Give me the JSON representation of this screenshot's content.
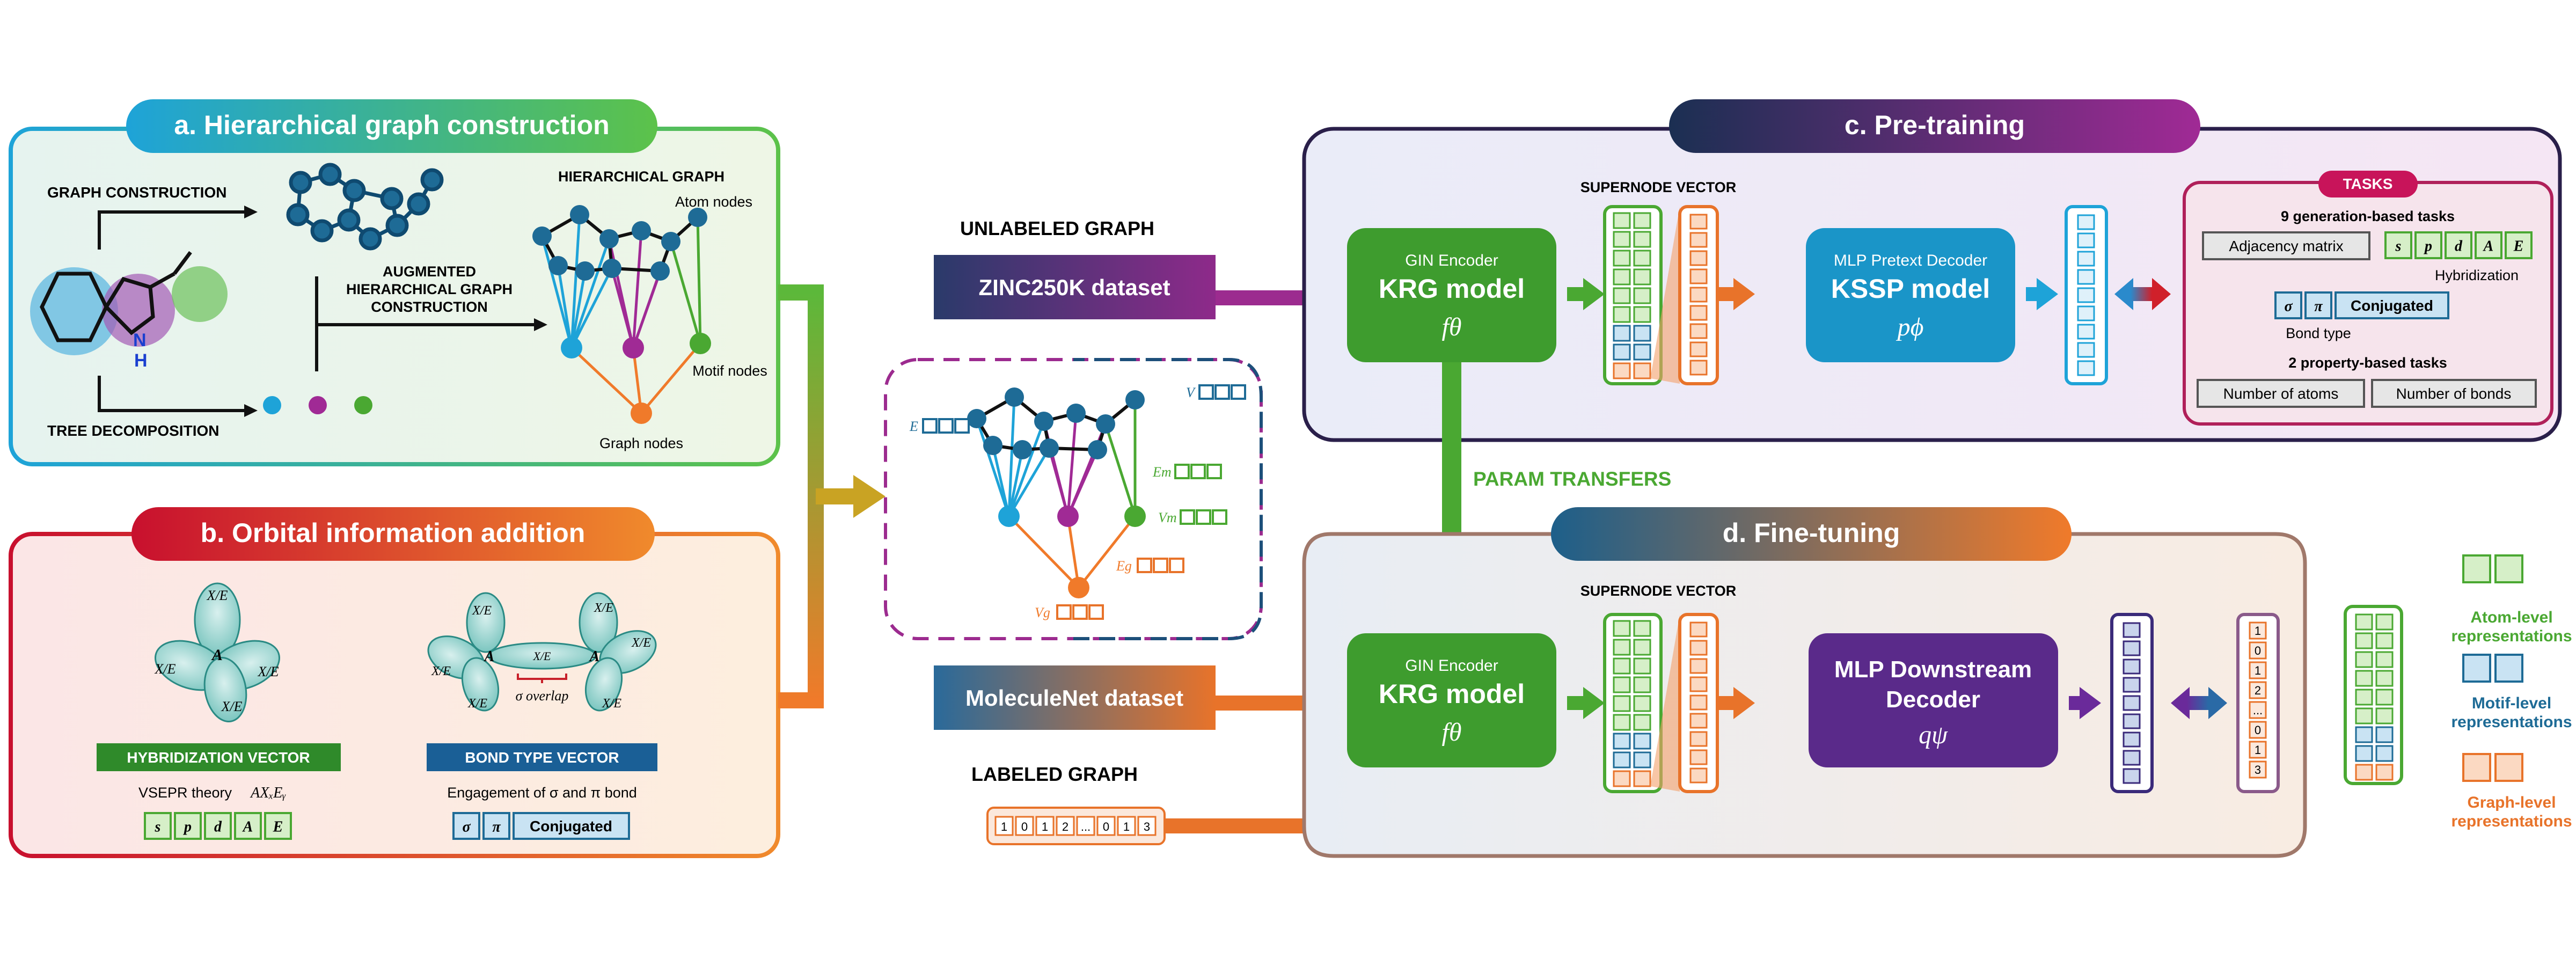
{
  "panel_a": {
    "title": "a. Hierarchical graph construction",
    "graph_construction": "GRAPH CONSTRUCTION",
    "tree_decomposition": "TREE DECOMPOSITION",
    "augmented_line1": "AUGMENTED",
    "augmented_line2": "HIERARCHICAL GRAPH",
    "augmented_line3": "CONSTRUCTION",
    "hier_graph": "HIERARCHICAL GRAPH",
    "atom_nodes": "Atom nodes",
    "motif_nodes": "Motif nodes",
    "graph_nodes": "Graph nodes",
    "nh_label": "N",
    "h_label": "H"
  },
  "panel_b": {
    "title": "b. Orbital information addition",
    "xe": "X/E",
    "a": "A",
    "sigma_overlap": "σ overlap",
    "hyb_header": "HYBRIDIZATION VECTOR",
    "bond_header": "BOND TYPE VECTOR",
    "vsepr_text": "VSEPR theory",
    "vsepr_formula": "AXₓEᵧ",
    "engagement": "Engagement of σ and π bond",
    "hyb_cells": [
      "s",
      "p",
      "d",
      "A",
      "E"
    ],
    "bond_cells": [
      "σ",
      "π"
    ],
    "conjugated": "Conjugated"
  },
  "middle": {
    "unlabeled": "UNLABELED GRAPH",
    "zinc": "ZINC250K dataset",
    "moleculenet": "MoleculeNet dataset",
    "labeled": "LABELED GRAPH",
    "label_values": [
      "1",
      "0",
      "1",
      "2",
      "...",
      "0",
      "1",
      "3"
    ],
    "vec_V": "V",
    "vec_E": "E",
    "vec_Em": "Em",
    "vec_Vm": "Vm",
    "vec_Eg": "Eg",
    "vec_Vg": "Vg"
  },
  "panel_c": {
    "title": "c. Pre-training",
    "supernode": "SUPERNODE VECTOR",
    "gin": "GIN Encoder",
    "krg": "KRG model",
    "f_theta": "fθ",
    "mlp_pretext": "MLP Pretext Decoder",
    "kssp": "KSSP model",
    "p_phi": "pϕ",
    "tasks": "TASKS",
    "gen_tasks": "9 generation-based tasks",
    "adjacency": "Adjacency matrix",
    "hyb_cells": [
      "s",
      "p",
      "d",
      "A",
      "E"
    ],
    "hybridization": "Hybridization",
    "bond_cells": [
      "σ",
      "π"
    ],
    "conjugated": "Conjugated",
    "bond_type": "Bond type",
    "prop_tasks": "2 property-based tasks",
    "num_atoms": "Number of atoms",
    "num_bonds": "Number of bonds"
  },
  "param_transfers": "PARAM TRANSFERS",
  "panel_d": {
    "title": "d. Fine-tuning",
    "supernode": "SUPERNODE VECTOR",
    "gin": "GIN Encoder",
    "krg": "KRG model",
    "f_theta": "fθ",
    "mlp1": "MLP Downstream",
    "mlp2": "Decoder",
    "q_psi": "qψ",
    "label_values": [
      "1",
      "0",
      "1",
      "2",
      "...",
      "0",
      "1",
      "3"
    ]
  },
  "legend": {
    "atom1": "Atom-level",
    "atom2": "representations",
    "motif1": "Motif-level",
    "motif2": "representations",
    "graph1": "Graph-level",
    "graph2": "representations"
  },
  "colors": {
    "atom_green": "#4aa832",
    "motif_blue": "#1e6b96",
    "graph_orange": "#e8732a",
    "magenta": "#9c2b8f",
    "cyan": "#2aa6d8",
    "krg_green": "#3e9c2e",
    "purple": "#5a2a8a",
    "red": "#c8202a"
  }
}
